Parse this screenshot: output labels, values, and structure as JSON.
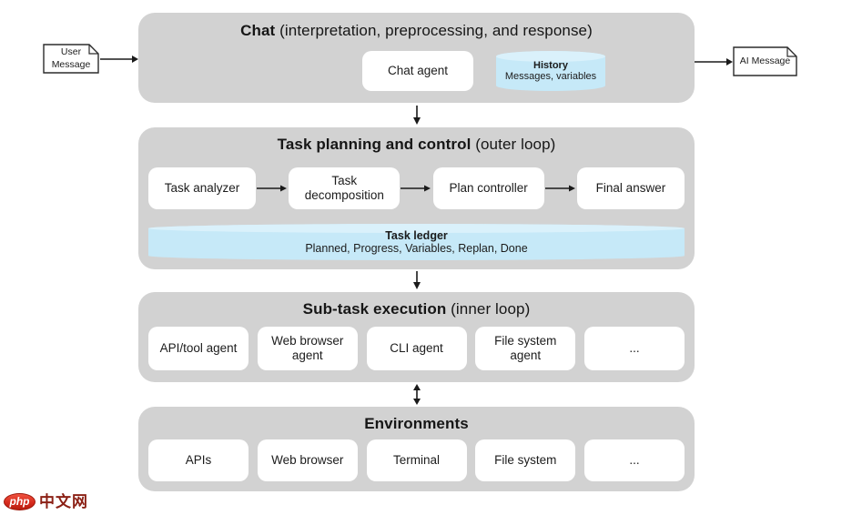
{
  "diagram": {
    "chat": {
      "title_bold": "Chat",
      "title_rest": " (interpretation, preprocessing, and response)",
      "agent": "Chat agent",
      "history_title": "History",
      "history_sub": "Messages, variables"
    },
    "user_note": "User Message",
    "ai_note": "AI Message",
    "planning": {
      "title_bold": "Task planning and control",
      "title_rest": " (outer loop)",
      "boxes": [
        "Task analyzer",
        "Task decomposition",
        "Plan controller",
        "Final answer"
      ],
      "ledger_title": "Task ledger",
      "ledger_sub": "Planned, Progress, Variables, Replan, Done"
    },
    "subtask": {
      "title_bold": "Sub-task execution",
      "title_rest": " (inner loop)",
      "boxes": [
        "API/tool agent",
        "Web browser agent",
        "CLI agent",
        "File system agent",
        "..."
      ]
    },
    "env": {
      "title_bold": "Environments",
      "title_rest": "",
      "boxes": [
        "APIs",
        "Web browser",
        "Terminal",
        "File system",
        "..."
      ]
    },
    "watermark": {
      "php": "php",
      "cn": "中文网"
    }
  },
  "colors": {
    "panel_gray": "#d2d2d2",
    "card_white": "#ffffff",
    "accent_blue": "#c6e9f8",
    "accent_blue_light": "#daf1fb",
    "line_black": "#1a1a1a",
    "logo_red": "#d62b1d",
    "logo_text_red": "#8b2015"
  }
}
